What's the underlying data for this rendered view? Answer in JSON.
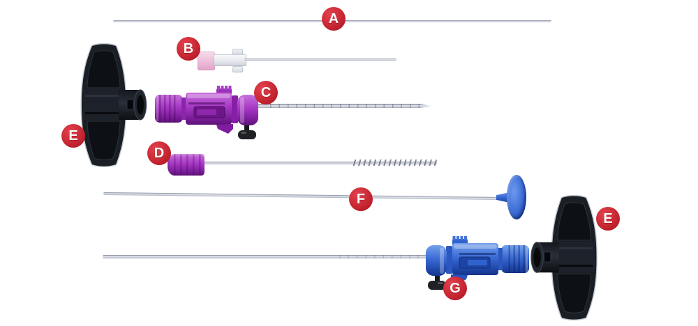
{
  "figure": {
    "description_visible_text_only": true,
    "markers": [
      {
        "id": "A",
        "letter": "A"
      },
      {
        "id": "B",
        "letter": "B"
      },
      {
        "id": "C",
        "letter": "C"
      },
      {
        "id": "D",
        "letter": "D"
      },
      {
        "id": "E-left",
        "letter": "E"
      },
      {
        "id": "F",
        "letter": "F"
      },
      {
        "id": "E-right",
        "letter": "E"
      },
      {
        "id": "G",
        "letter": "G"
      }
    ]
  },
  "colors": {
    "page_bg": "#ffffff",
    "marker_red": "#c42530",
    "marker_text": "#ffffff",
    "purple": "#9a2fb8",
    "purple_light": "#c76fdb",
    "purple_dark": "#5e1277",
    "blue": "#3a6ad4",
    "blue_light": "#74a0ec",
    "blue_dark": "#15348c",
    "pink": "#eebcd8",
    "silver": "#dfe3ea",
    "handle_black": "#1a1e25",
    "knob_black": "#202125"
  }
}
